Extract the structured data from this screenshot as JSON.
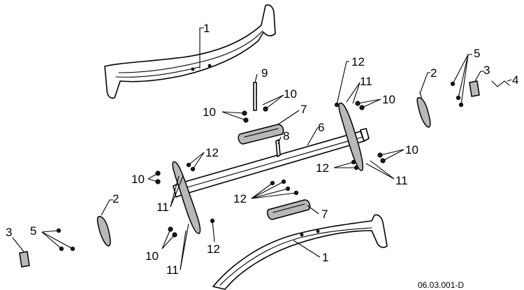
{
  "figure_code": "06.03.001-D",
  "callouts": {
    "c1_top": "1",
    "c1_bottom": "1",
    "c2_right": "2",
    "c2_left": "2",
    "c3_right": "3",
    "c3_left": "3",
    "c4": "4",
    "c5_right": "5",
    "c5_left": "5",
    "c6": "6",
    "c7_upper": "7",
    "c7_lower": "7",
    "c8": "8",
    "c9": "9",
    "c10_a": "10",
    "c10_b": "10",
    "c10_c": "10",
    "c10_d": "10",
    "c10_e": "10",
    "c10_f": "10",
    "c11_a": "11",
    "c11_b": "11",
    "c11_c": "11",
    "c11_d": "11",
    "c12_a": "12",
    "c12_b": "12",
    "c12_c": "12",
    "c12_d": "12",
    "c12_e": "12"
  }
}
